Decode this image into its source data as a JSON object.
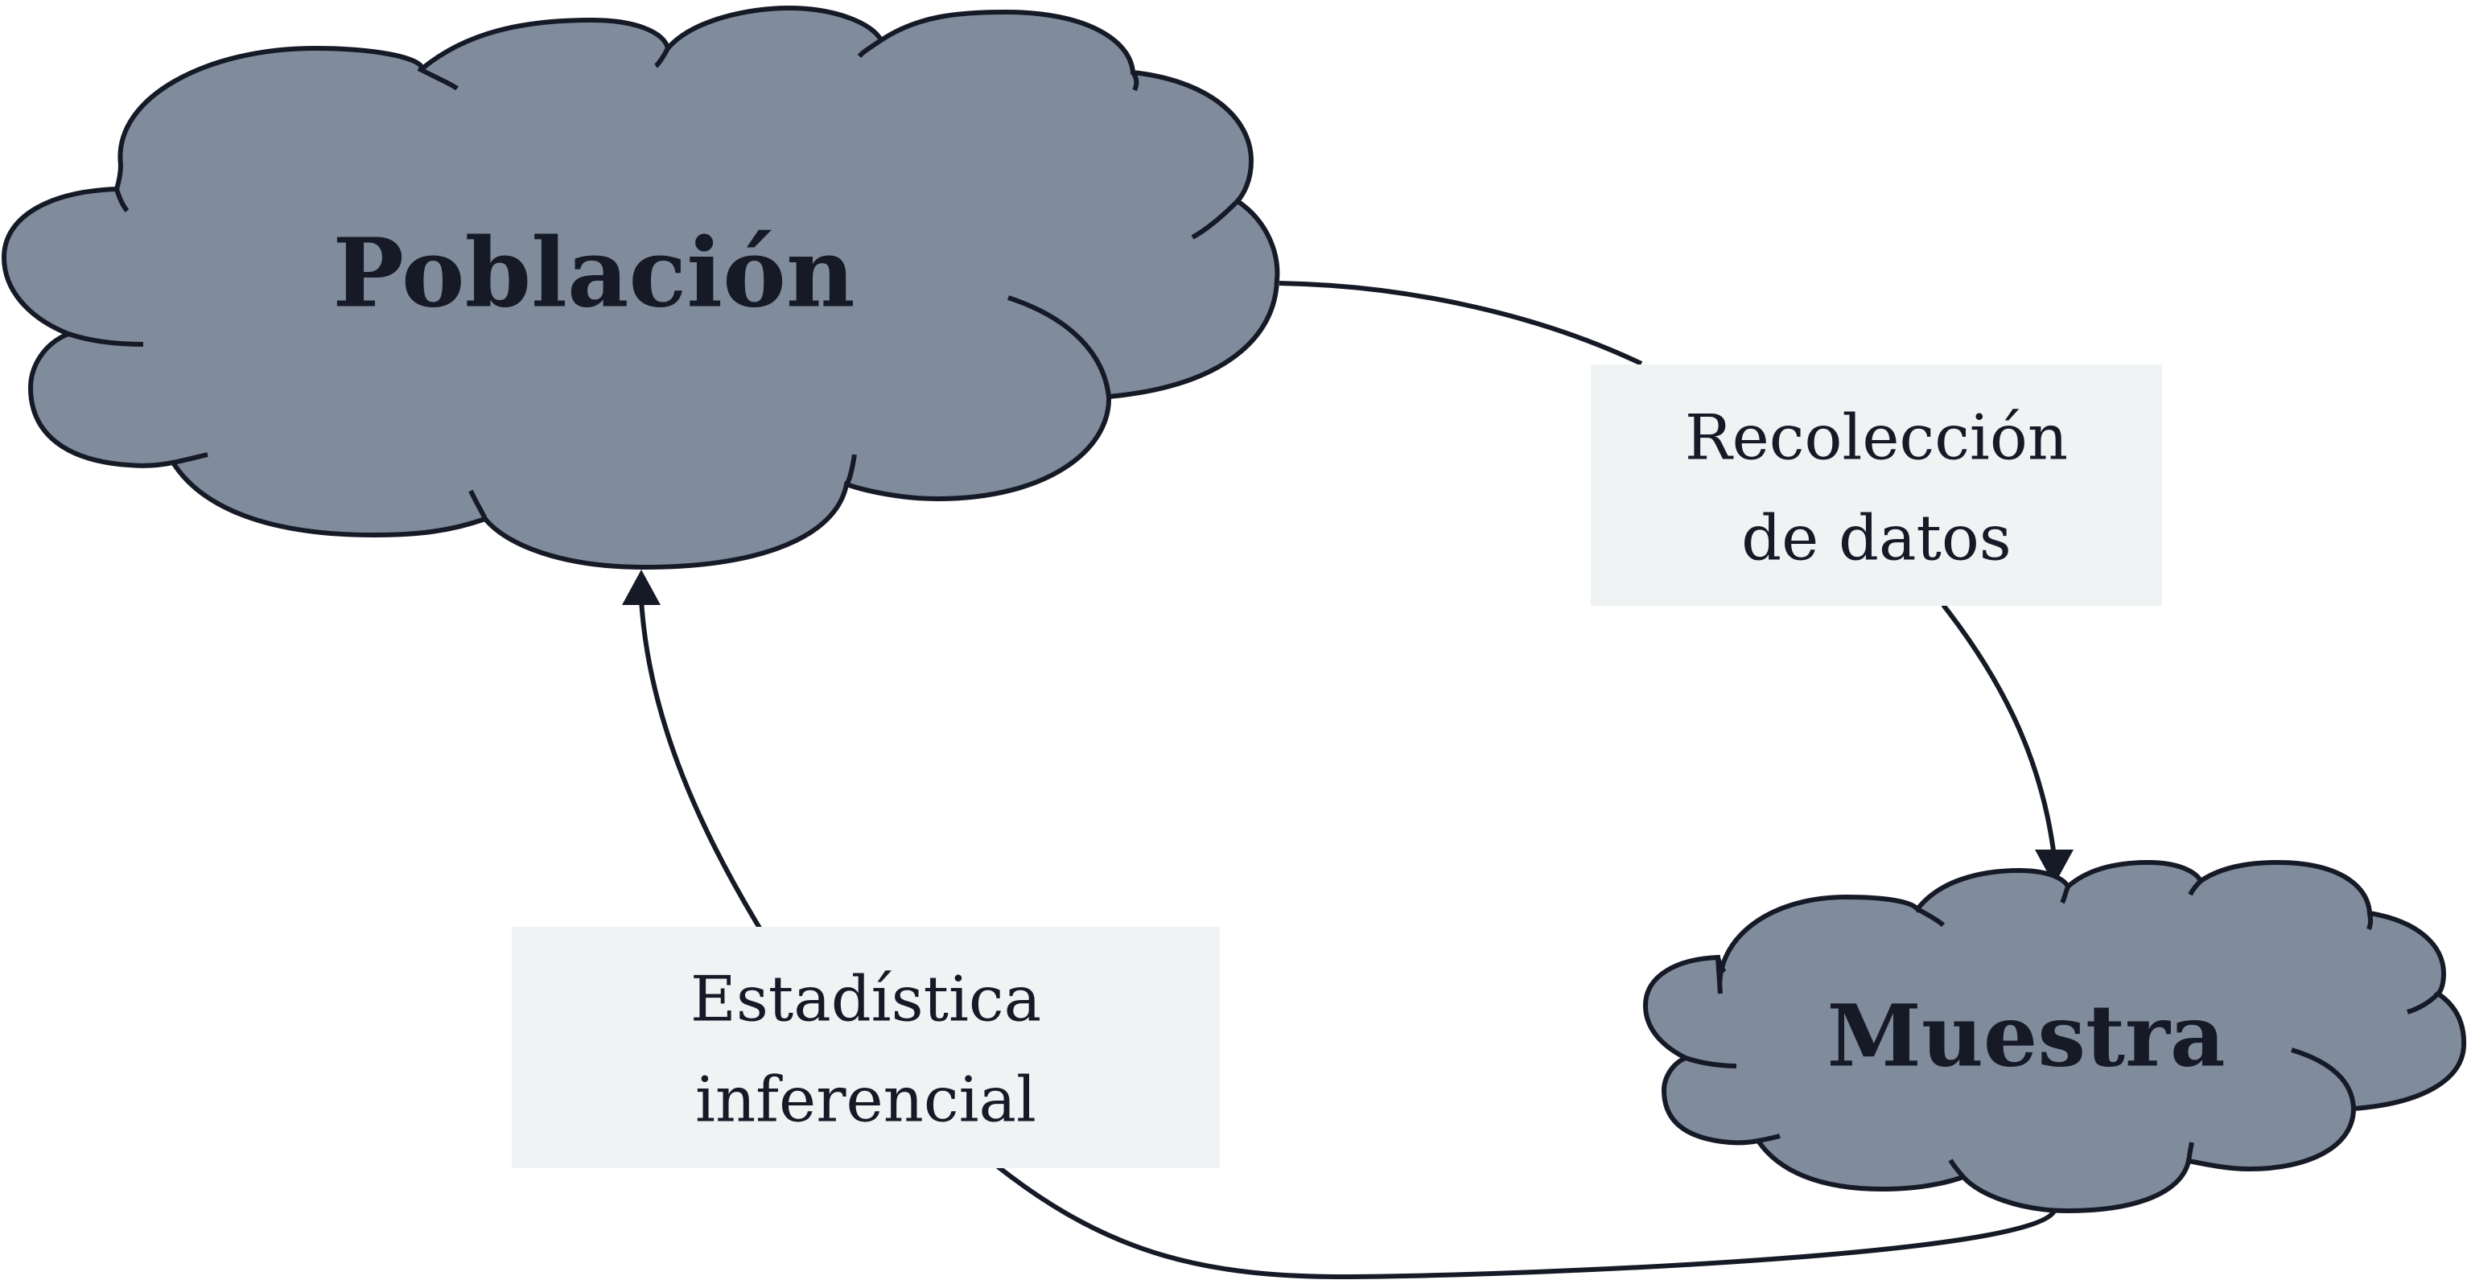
{
  "nodes": {
    "poblacion": {
      "label": "Población"
    },
    "muestra": {
      "label": "Muestra"
    }
  },
  "edges": {
    "recoleccion": {
      "line1": "Recolección",
      "line2": "de datos"
    },
    "inferencial": {
      "line1": "Estadística",
      "line2": "inferencial"
    }
  },
  "colors": {
    "cloud_fill": "#808c9c",
    "stroke": "#161a27",
    "label_box": "#eff3f4"
  }
}
